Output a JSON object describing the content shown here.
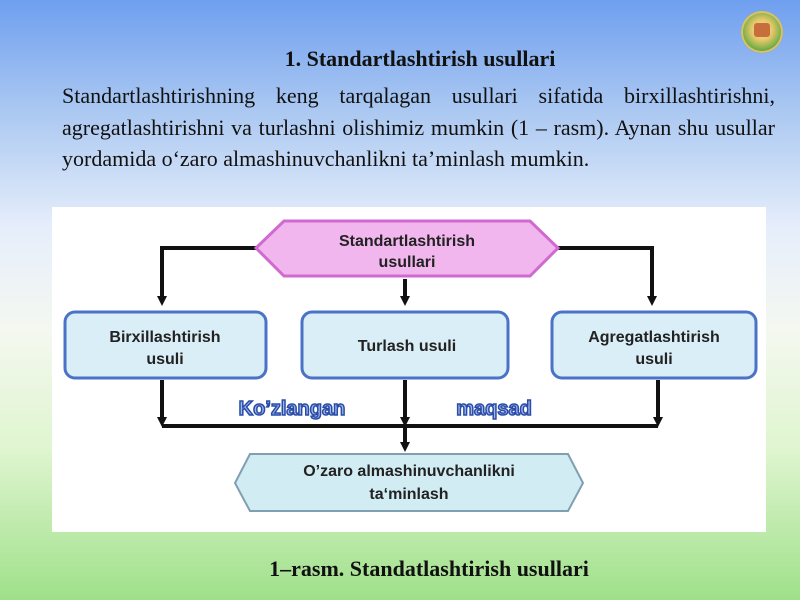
{
  "slide": {
    "title": "1. Standartlashtirish usullari",
    "paragraph": "Standartlashtirishning keng tarqalagan usullari sifatida birxillashtirishni, agregatlashtirishni va turlashni olishimiz mumkin (1 – rasm). Aynan shu usullar yordamida o‘zaro almashinuvchanlikni ta’minlash mumkin.",
    "caption": "1–rasm. Standatlashtirish usullari"
  },
  "diagram": {
    "top_node": {
      "line1": "Standartlashtirish",
      "line2": "usullari"
    },
    "methods": [
      {
        "line1": "Birxillashtirish",
        "line2": "usuli"
      },
      {
        "line1": "Turlash usuli",
        "line2": ""
      },
      {
        "line1": "Agregatlashtirish",
        "line2": "usuli"
      }
    ],
    "goal_label_left": "Ko’zlangan",
    "goal_label_right": "maqsad",
    "result_node": {
      "line1": "O’zaro almashinuvchanlikni",
      "line2": "ta‘minlash"
    }
  },
  "colors": {
    "hexagon_fill": "#f2b6ee",
    "hexagon_stroke": "#d06ad0",
    "box_fill": "#d9eef6",
    "box_stroke": "#4a73c8",
    "result_fill": "#d2ecf4",
    "result_stroke": "#7f9fb2",
    "goal_text_fill": "#9db8e8",
    "goal_text_stroke": "#2a4ca8"
  }
}
